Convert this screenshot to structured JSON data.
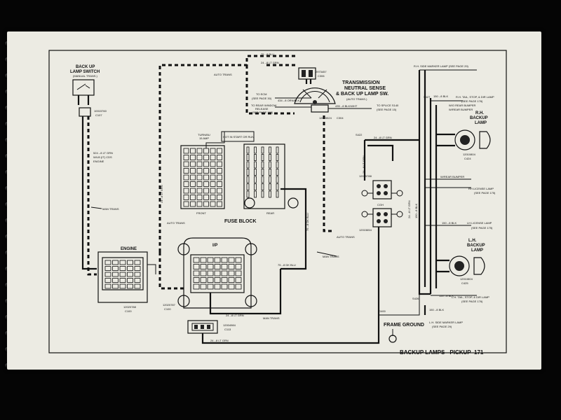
{
  "page": {
    "footer_title": "BACKUP LAMPS - PICKUP",
    "page_number": "171"
  },
  "components": {
    "backup_switch": {
      "title_line1": "BACK UP",
      "title_line2": "LAMP SWITCH",
      "subtitle": "(MANUAL TRANS.)",
      "connector": "10015760",
      "connector_id": "C107"
    },
    "transmission": {
      "title_line1": "TRANSMISSION",
      "title_line2": "NEUTRAL SENSE",
      "title_line3": "& BACK UP LAMP SW.",
      "subtitle": "(AUTO TRANS.)",
      "connector_top": "2973457",
      "connector_top_id": "C306",
      "connector_bottom": "12015524",
      "connector_bottom_id": "C304"
    },
    "fuse_block": {
      "title": "FUSE BLOCK",
      "front": "FRONT",
      "rear": "REAR",
      "turn_fuse": "TURN/BU",
      "turn_fuse_amps": "15 AMP",
      "hot_in_start": "HOT IN START OR RUN"
    },
    "engine": {
      "title": "ENGINE",
      "connector": "12020788",
      "connector_id": "C100"
    },
    "ip": {
      "title": "I/P",
      "connector": "12020787",
      "connector_id": "C100"
    },
    "bottom_connector": {
      "part": "12004984",
      "id": "C113"
    },
    "rh_lamp": {
      "title_line1": "R.H.",
      "title_line2": "BACKUP",
      "title_line3": "LAMP",
      "part": "12010804",
      "id": "C424"
    },
    "lh_lamp": {
      "title_line1": "L.H.",
      "title_line2": "BACKUP",
      "title_line3": "LAMP",
      "part": "12010804",
      "id": "C425"
    },
    "cgh": {
      "label": "CGH",
      "part_top": "12015788",
      "part_bottom": "12015654"
    },
    "frame_ground": {
      "label": "FRAME GROUND",
      "id": "G400"
    }
  },
  "wire_labels": {
    "blu_top": "75 -.8 BLU",
    "gry_top": "24 -.8 LT GRN",
    "auto_trans_top": "AUTO TRANS",
    "to_ecm": "TO ECM",
    "see_page_30": "(SEE PAGE 30)",
    "to_rear_window": "TO REAR WINDOW",
    "release": "RELEASE",
    "see_page_165": "(SEE PAGE 165)",
    "orn_blk": "434 -.8 ORN/BLK",
    "blk_wht": "435 -.8 BLK/WHT",
    "to_splice": "TO SPLICE S140",
    "see_page_15": "(SEE PAGE 15)",
    "lt_grn_left": "524 -.8 LT GRN",
    "wlb_iq": "W/LB (IT) CDS",
    "engine_lbl": "ENGINE",
    "gry_vertical": "24 -.8 LT GRN",
    "man_trans_1": "MAN TRANS",
    "auto_trans_mid": "AUTO TRANS",
    "auto_trans_right": "AUTO TRANS",
    "man_trans_2": "MAN TRANS",
    "man_trans_3": "MAN TRANS",
    "blu_mid": "75 -.8 DK BLU",
    "blu_vertical": "75 -.8 DK BLU",
    "grn_bottom": "24 -.8 LT GRN",
    "grn_ip": "24 -.8 LT GRN",
    "grn_right_top": "24 -.8 LT GRN",
    "grn_right_vert": "24 -.8 LT GRN",
    "s422": "S422",
    "s427": "S427",
    "s426": "S426",
    "rh_side_marker": "R.H. SIDE MARKER LAMP (SEE PAGE 29)",
    "blk_150_top": "150 -.8 BLK",
    "rh_tail_stop": "R.H. TAIL, STOP, & DIR LAMP",
    "see_page_176": "(SEE PAGE 176)",
    "w_rear_bumper": "W/O REAR BUMPER",
    "w_rear_bumper2": "W/REAR BUMPER",
    "rh_license": "RH LICENSE LAMP",
    "see_page_175": "(SEE PAGE 175)",
    "blk_150_mid": "150 -.8 BLK",
    "lh_license": "LH LICENSE LAMP",
    "see_page_175b": "(SEE PAGE 175)",
    "blk_150_low": "150 -.8 BLK",
    "lh_tail_stop": "L.H. TAIL, STOP, & DIR LAMP",
    "see_page_176b": "(SEE PAGE 176)",
    "blk_150_bot": "150 -.8 BLK",
    "lh_side_marker": "L.H. SIDE MARKER LAMP",
    "see_page_29": "(SEE PAGE 29)",
    "blk_vert_1": "24 -.8 LT GRN",
    "blk_vert_2": "150 -.8 BLK"
  }
}
